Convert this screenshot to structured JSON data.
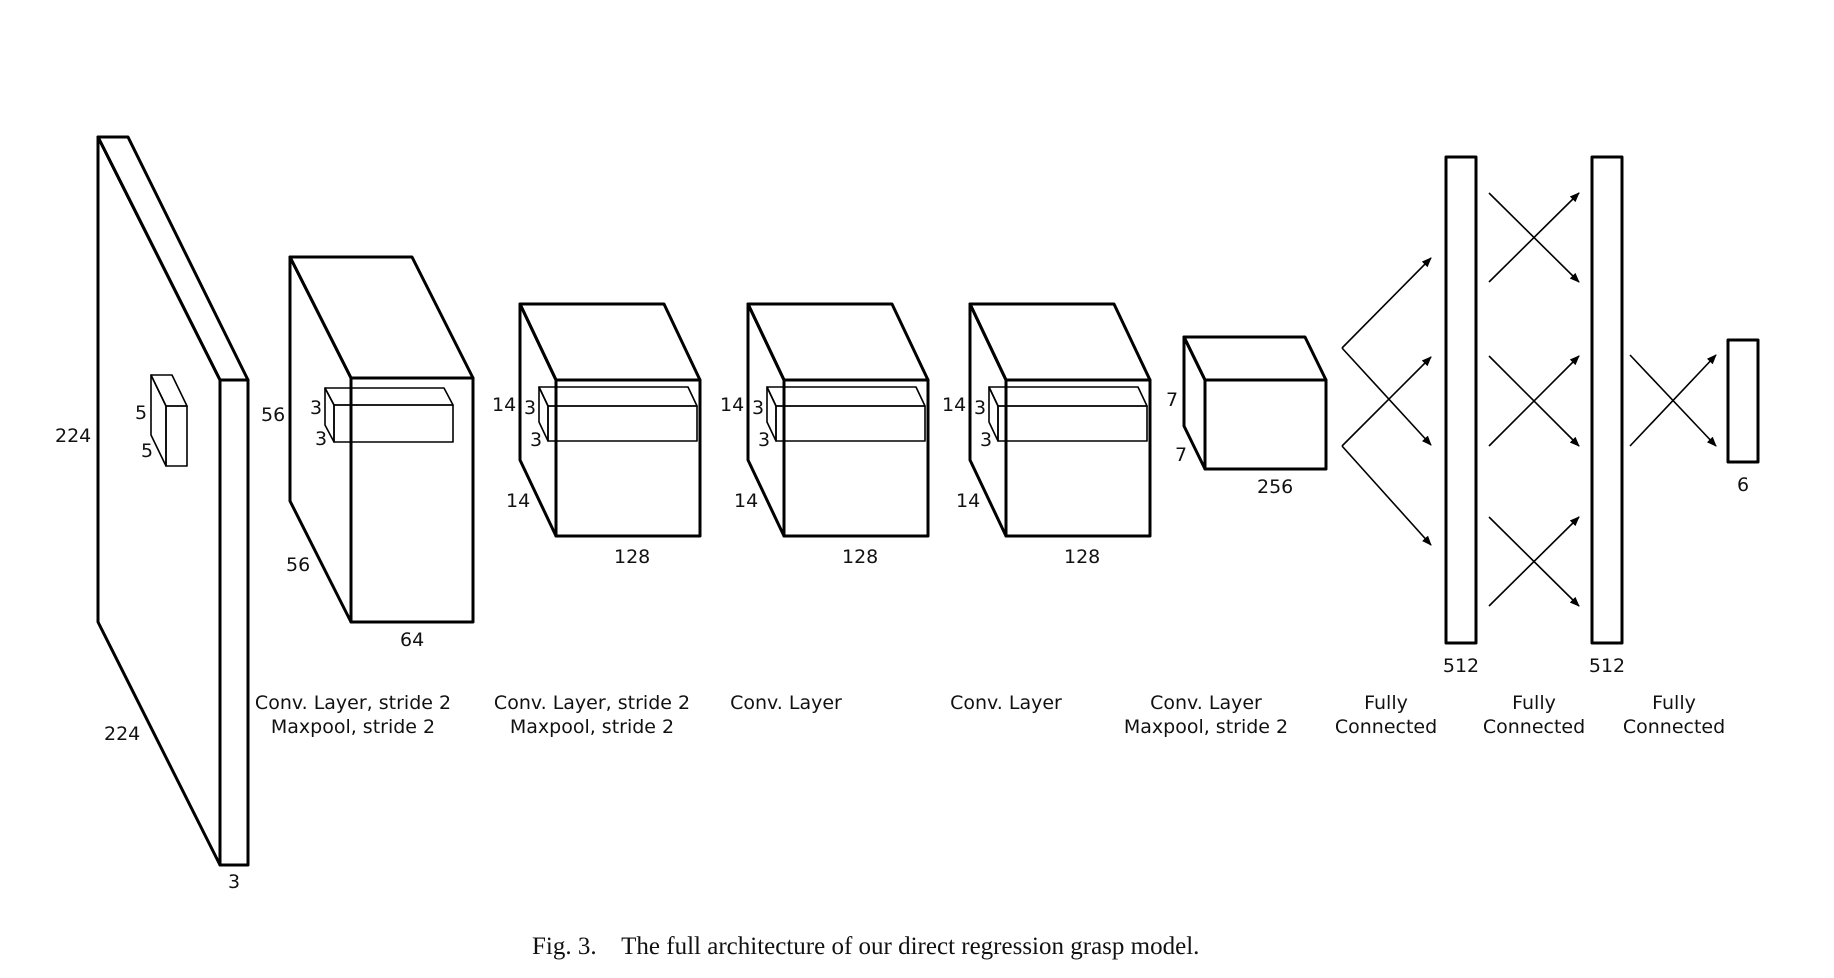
{
  "input_layer": {
    "height": "224",
    "width": "224",
    "depth": "3",
    "kernel_h": "5",
    "kernel_w": "5"
  },
  "blocks": [
    {
      "top": "56",
      "side": "56",
      "depth": "64",
      "k1": "3",
      "k2": "3",
      "label1": "Conv. Layer, stride 2",
      "label2": "Maxpool, stride 2"
    },
    {
      "top": "14",
      "side": "14",
      "depth": "128",
      "k1": "3",
      "k2": "3",
      "label1": "Conv. Layer, stride 2",
      "label2": "Maxpool, stride 2"
    },
    {
      "top": "14",
      "side": "14",
      "depth": "128",
      "k1": "3",
      "k2": "3",
      "label1": "Conv. Layer",
      "label2": ""
    },
    {
      "top": "14",
      "side": "14",
      "depth": "128",
      "k1": "3",
      "k2": "3",
      "label1": "Conv. Layer",
      "label2": ""
    },
    {
      "top": "7",
      "side": "7",
      "depth": "256",
      "label1": "Conv. Layer",
      "label2": "Maxpool, stride 2"
    }
  ],
  "fc_layers": [
    {
      "size": "512",
      "label1": "Fully",
      "label2": "Connected"
    },
    {
      "size": "512",
      "label1": "Fully",
      "label2": "Connected"
    },
    {
      "size": "6",
      "label1": "Fully",
      "label2": "Connected"
    }
  ],
  "caption": "Fig. 3.    The full architecture of our direct regression grasp model."
}
